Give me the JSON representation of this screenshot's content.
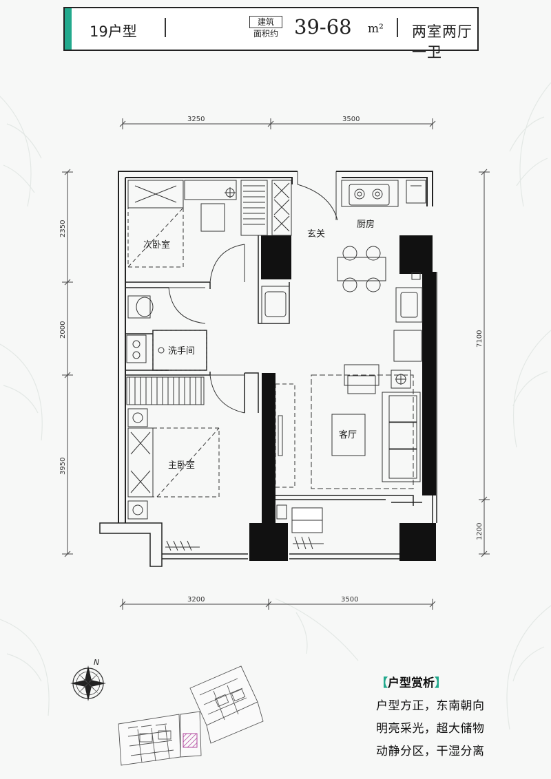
{
  "header": {
    "unit_type": "19户型",
    "area_label_line1": "建筑",
    "area_label_line2": "面积约",
    "area_value": "39-68",
    "area_unit": "m²",
    "layout": "两室两厅一卫",
    "accent_color": "#23a98d"
  },
  "rooms": {
    "second_bedroom": "次卧室",
    "entrance": "玄关",
    "kitchen": "厨房",
    "washroom": "洗手间",
    "living_room": "客厅",
    "master_bedroom": "主卧室"
  },
  "dimensions": {
    "top": [
      "3250",
      "3500"
    ],
    "bottom": [
      "3200",
      "3500"
    ],
    "left": [
      "2350",
      "2000",
      "3950"
    ],
    "right": [
      "7100",
      "1200"
    ]
  },
  "compass": {
    "north_label": "N"
  },
  "appreciation": {
    "title": "户型赏析",
    "bracket_open": "【",
    "bracket_close": "】",
    "lines": [
      "户型方正，东南朝向",
      "明亮采光，超大储物",
      "动静分区，干湿分离"
    ]
  }
}
